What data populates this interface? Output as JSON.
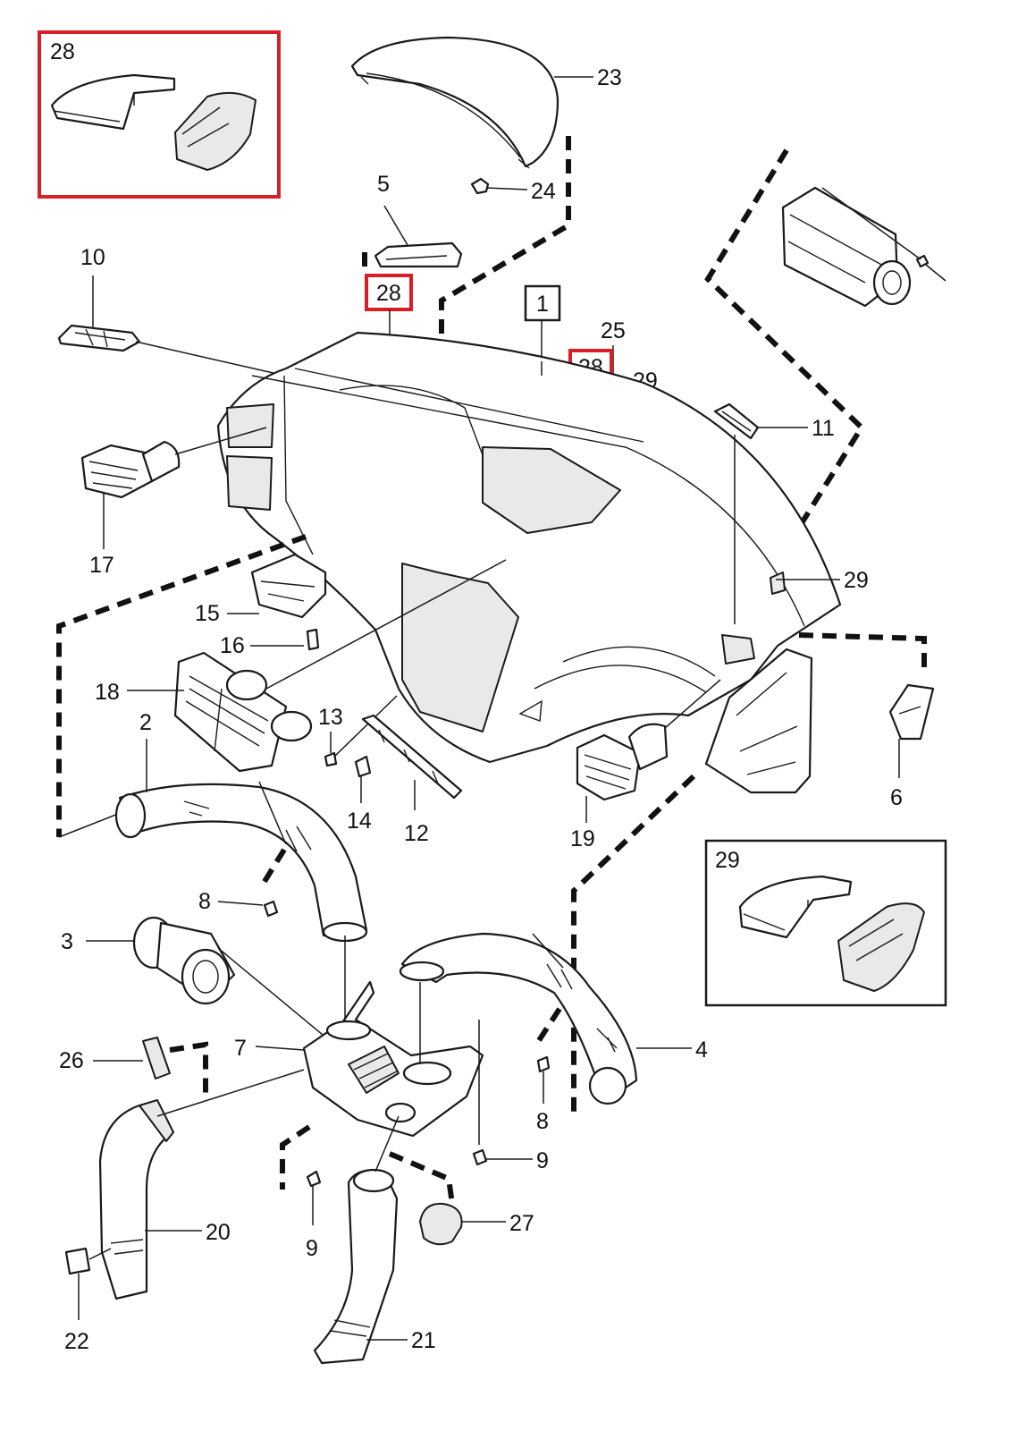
{
  "colors": {
    "highlight": "#d81f26",
    "line": "#1a1a1a",
    "background": "#ffffff"
  },
  "insets": {
    "top_left": {
      "label": "28"
    },
    "bottom_right": {
      "label": "29"
    }
  },
  "boxed_labels": {
    "main_assembly": "1",
    "cover_left": "28",
    "cover_right": "28"
  },
  "callouts": {
    "c2": "2",
    "c3": "3",
    "c4": "4",
    "c5": "5",
    "c6": "6",
    "c7": "7",
    "c8a": "8",
    "c8b": "8",
    "c9a": "9",
    "c9b": "9",
    "c10": "10",
    "c11": "11",
    "c12": "12",
    "c13": "13",
    "c14": "14",
    "c15": "15",
    "c16": "16",
    "c17": "17",
    "c18": "18",
    "c19": "19",
    "c20": "20",
    "c21": "21",
    "c22": "22",
    "c23": "23",
    "c24": "24",
    "c25": "25",
    "c26": "26",
    "c27": "27",
    "c29a": "29",
    "c29b": "29"
  }
}
